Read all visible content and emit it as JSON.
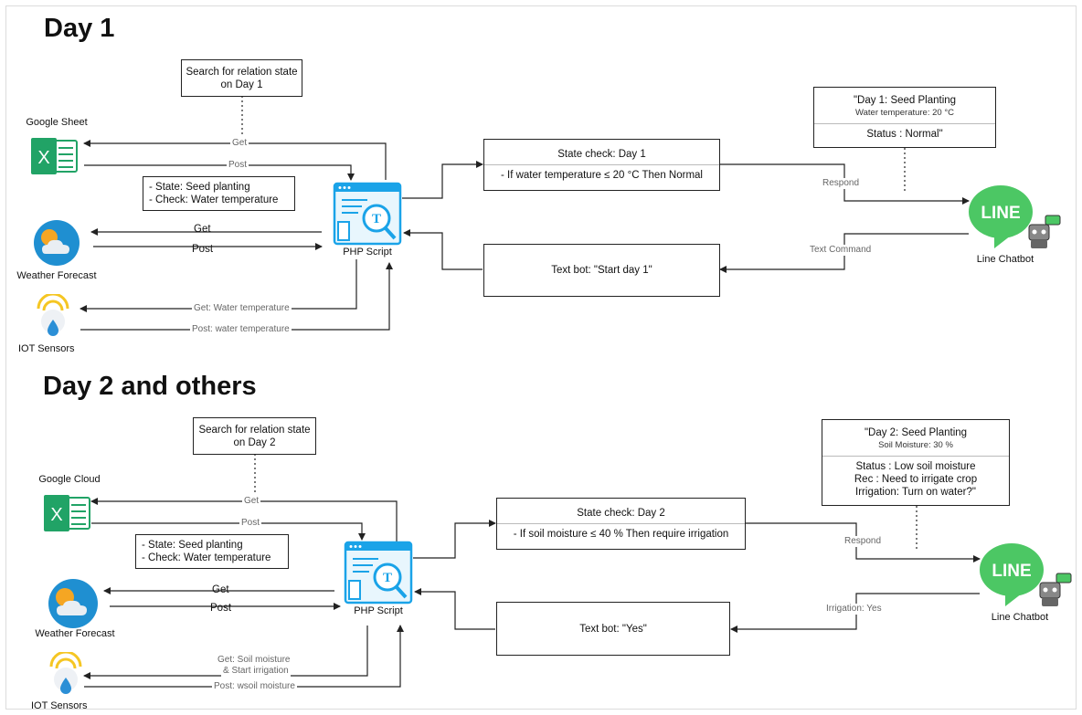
{
  "colors": {
    "excel_green": "#21a366",
    "line_green": "#4cc764",
    "php_blue": "#1aa3e8",
    "weather_blue": "#1f8fd1",
    "sun_yellow": "#f5a623"
  },
  "day1": {
    "heading": "Day 1",
    "search_box": {
      "line1": "Search for relation state",
      "line2": "on Day 1"
    },
    "google_label": "Google Sheet",
    "arrow_get": "Get",
    "arrow_post": "Post",
    "state_box": {
      "line1": "- State: Seed planting",
      "line2": "- Check: Water temperature"
    },
    "weather_label": "Weather Forecast",
    "weather_get": "Get",
    "weather_post": "Post",
    "php_label": "PHP Script",
    "iot_get": "Get: Water temperature",
    "iot_post": "Post: water temperature",
    "iot_label": "IOT Sensors",
    "state_check": {
      "title": "State check: Day 1",
      "rule": "- If water temperature ≤ 20 °C Then Normal"
    },
    "text_bot": "Text bot: \"Start day 1\"",
    "respond": "Respond",
    "text_command": "Text Command",
    "response_box": {
      "line1": "\"Day 1: Seed Planting",
      "line2": "Water temperature: 20 °C",
      "line3": "Status : Normal\""
    },
    "line_label": "Line Chatbot",
    "line_logo": "LINE"
  },
  "day2": {
    "heading": "Day 2 and others",
    "search_box": {
      "line1": "Search for relation state",
      "line2": "on Day 2"
    },
    "google_label": "Google Cloud",
    "arrow_get": "Get",
    "arrow_post": "Post",
    "state_box": {
      "line1": "- State: Seed planting",
      "line2": "- Check: Water temperature"
    },
    "weather_label": "Weather Forecast",
    "weather_get": "Get",
    "weather_post": "Post",
    "php_label": "PHP Script",
    "iot_get_line1": "Get: Soil moisture",
    "iot_get_line2": "& Start irrigation",
    "iot_post": "Post: wsoil moisture",
    "iot_label": "IOT Sensors",
    "state_check": {
      "title": "State check: Day 2",
      "rule": "- If soil moisture ≤ 40 % Then require irrigation"
    },
    "text_bot": "Text bot: \"Yes\"",
    "respond": "Respond",
    "irrigation": "Irrigation: Yes",
    "response_box": {
      "line1": "\"Day 2: Seed Planting",
      "line2": "Soil Moisture: 30 %",
      "line3": "Status : Low soil moisture",
      "line4": "Rec : Need to irrigate crop",
      "line5": "Irrigation: Turn on water?\""
    },
    "line_label": "Line Chatbot",
    "line_logo": "LINE"
  }
}
